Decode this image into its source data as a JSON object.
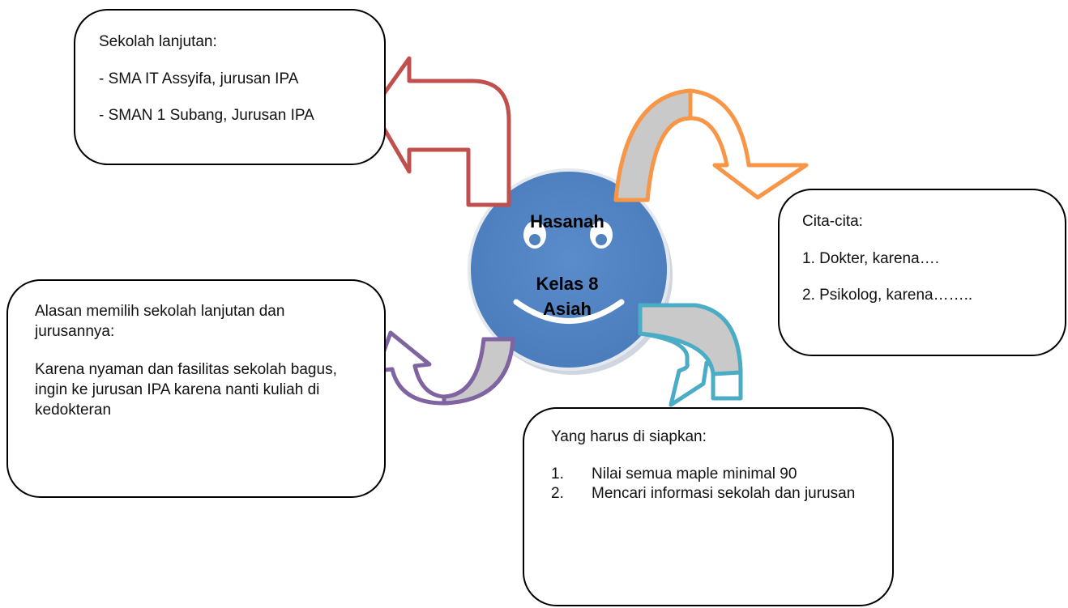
{
  "center": {
    "name": "Hasanah",
    "class": "Kelas 8",
    "group": "Asiah",
    "face_color": "#4f81bd"
  },
  "box_school": {
    "heading": "Sekolah lanjutan:",
    "items": [
      "- SMA IT Assyifa, jurusan IPA",
      "- SMAN 1 Subang, Jurusan IPA"
    ]
  },
  "box_cita": {
    "heading": "Cita-cita:",
    "items": [
      "1. Dokter, karena….",
      "2. Psikolog, karena…….."
    ]
  },
  "box_reason": {
    "heading": "Alasan memilih sekolah lanjutan dan jurusannya:",
    "body": "Karena nyaman dan fasilitas sekolah bagus, ingin ke jurusan IPA karena nanti kuliah di kedokteran"
  },
  "box_prepare": {
    "heading": "Yang harus di siapkan:",
    "items": [
      {
        "num": "1.",
        "text": "Nilai semua maple minimal 90"
      },
      {
        "num": "2.",
        "text": "Mencari informasi sekolah dan jurusan"
      }
    ]
  },
  "colors": {
    "arrow_school": "#c0504d",
    "arrow_cita": "#f79646",
    "arrow_prepare": "#4bacc6",
    "arrow_reason": "#8064a2",
    "arrow_fill": "#c9c9c9"
  }
}
